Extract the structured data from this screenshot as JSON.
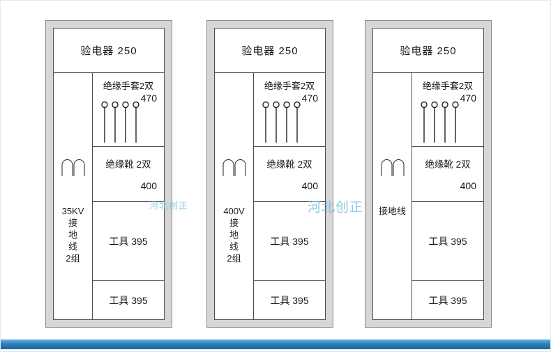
{
  "page": {
    "watermarks": [
      {
        "text": "河北创正"
      },
      {
        "text": "河北创正"
      }
    ]
  },
  "cabinets": [
    {
      "top_label": "验电器 250",
      "left_label": "35KV\n接\n地\n线\n2组",
      "gloves_label": "绝缘手套2双",
      "gloves_value": "470",
      "boots_label": "绝缘靴 2双",
      "boots_value": "400",
      "tools1_label": "工具 395",
      "tools2_label": "工具 395"
    },
    {
      "top_label": "验电器 250",
      "left_label": "400V\n接\n地\n线\n2组",
      "gloves_label": "绝缘手套2双",
      "gloves_value": "470",
      "boots_label": "绝缘靴 2双",
      "boots_value": "400",
      "tools1_label": "工具 395",
      "tools2_label": "工具 395"
    },
    {
      "top_label": "验电器 250",
      "left_label": "接地线",
      "gloves_label": "绝缘手套2双",
      "gloves_value": "470",
      "boots_label": "绝缘靴 2双",
      "boots_value": "400",
      "tools1_label": "工具 395",
      "tools2_label": "工具 395"
    }
  ]
}
